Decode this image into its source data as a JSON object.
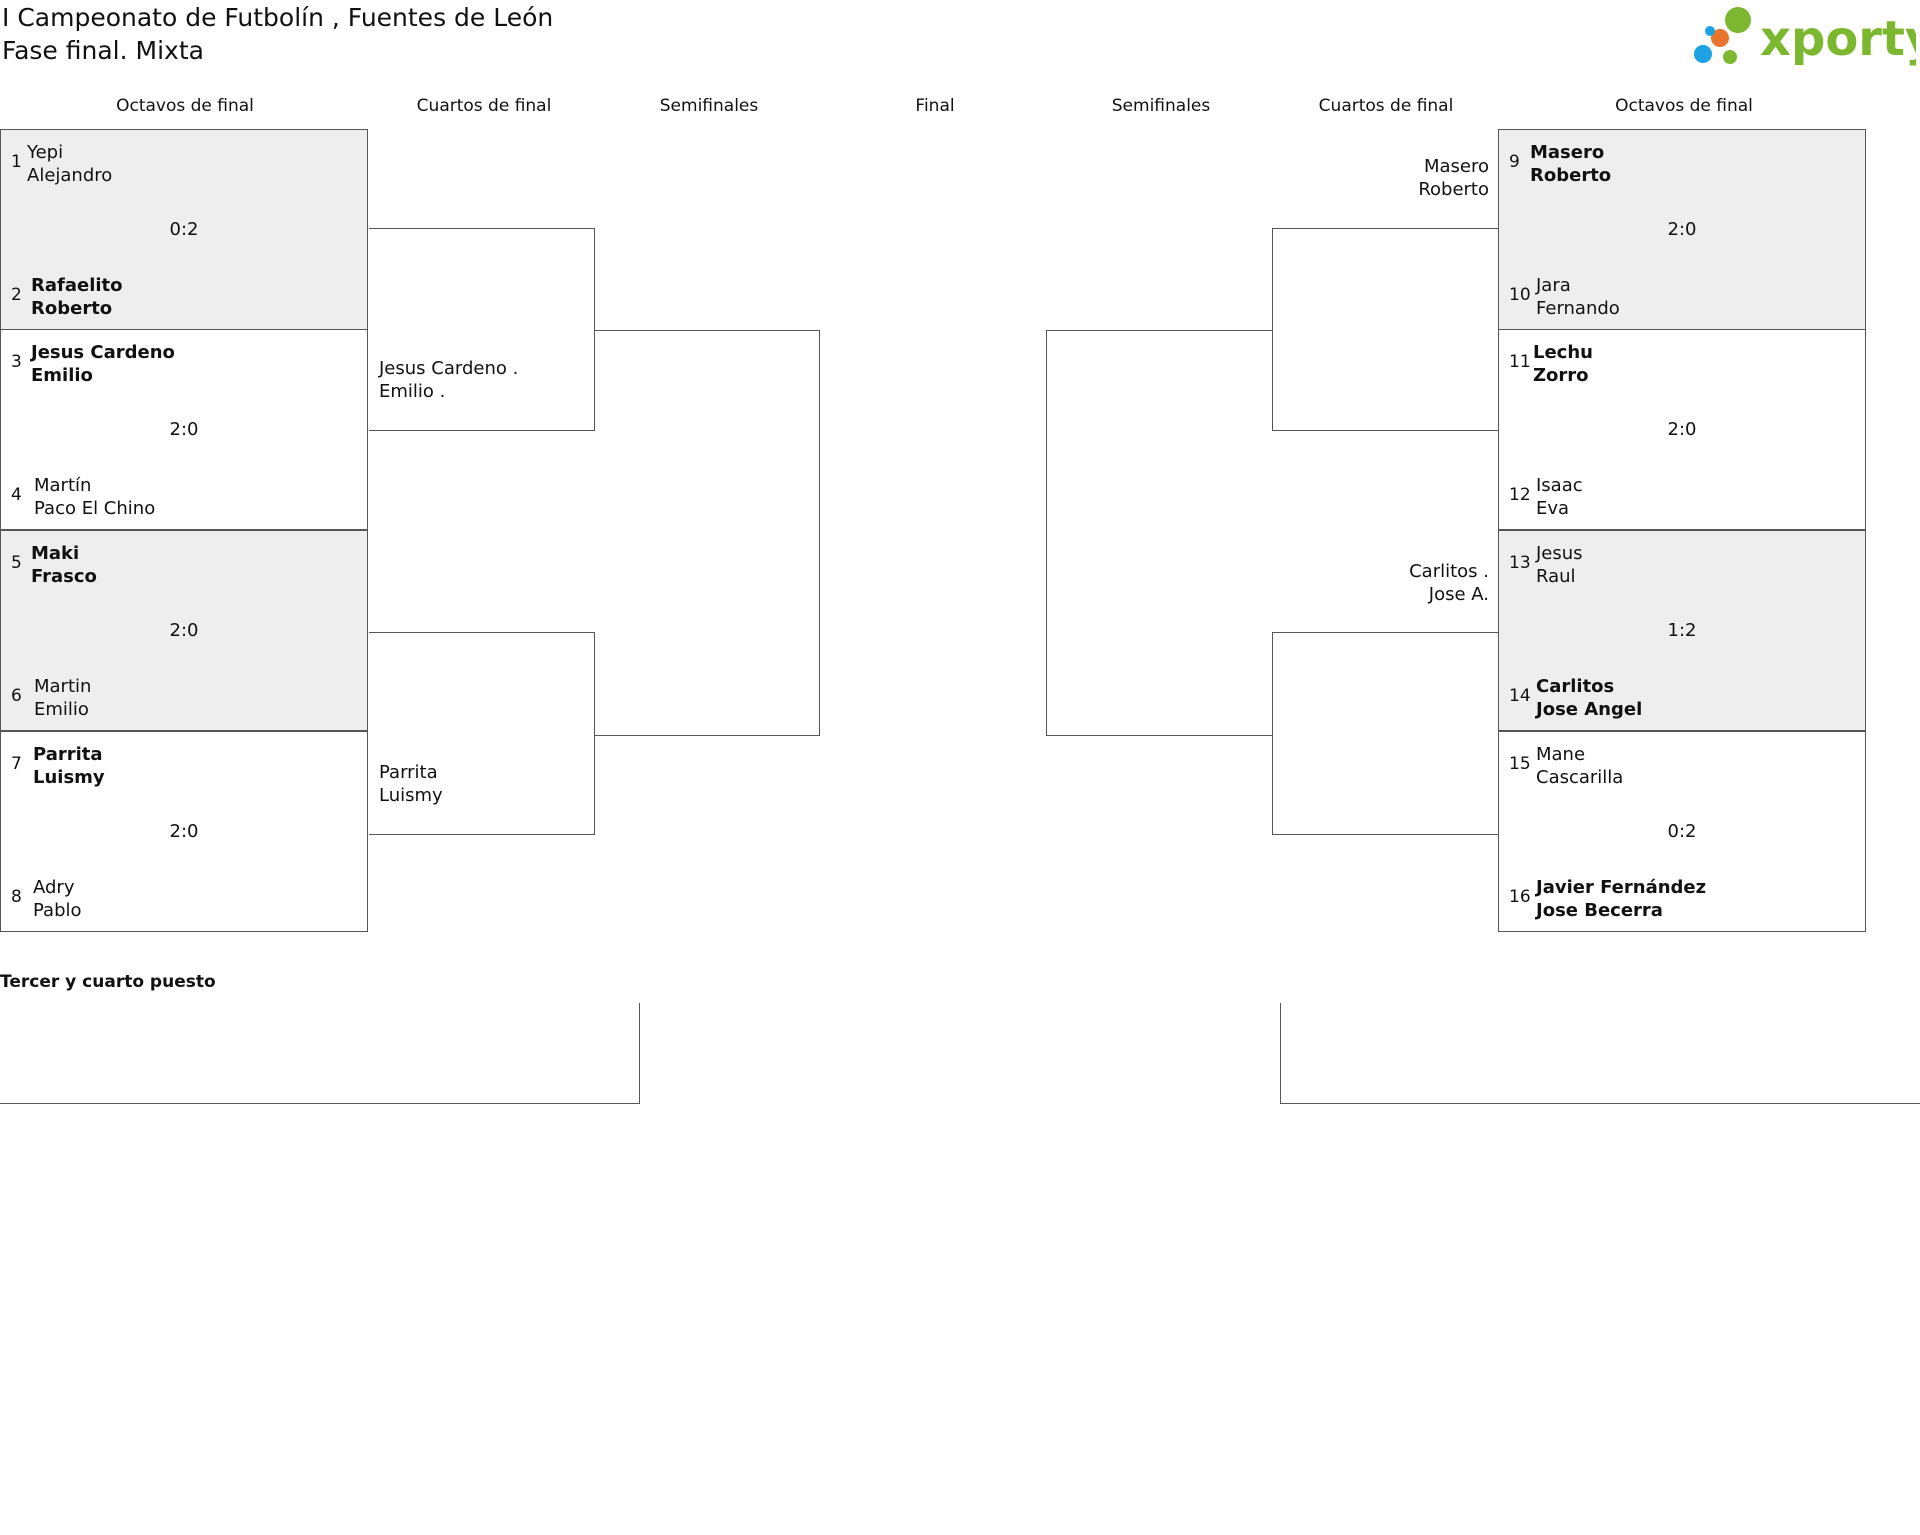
{
  "header": {
    "title_line1": "I Campeonato de Futbolín , Fuentes de León",
    "title_line2": "Fase final. Mixta"
  },
  "logo": {
    "text": "xporty",
    "dot_colors": [
      "#7cb82f",
      "#e8752b",
      "#1da1e2"
    ],
    "text_color": "#7cb82f"
  },
  "rounds": {
    "left": [
      "Octavos de final",
      "Cuartos de final",
      "Semifinales"
    ],
    "center": "Final",
    "right": [
      "Semifinales",
      "Cuartos de final",
      "Octavos de final"
    ]
  },
  "left_matches": [
    {
      "seed_a": "1",
      "a": [
        "Yepi",
        "Alejandro"
      ],
      "seed_b": "2",
      "b": [
        "Rafaelito",
        "Roberto"
      ],
      "score": "0:2",
      "winner": "b",
      "shaded": true
    },
    {
      "seed_a": "3",
      "a": [
        "Jesus Cardeno",
        "Emilio"
      ],
      "seed_b": "4",
      "b": [
        "Martín",
        "Paco El Chino"
      ],
      "score": "2:0",
      "winner": "a",
      "shaded": false
    },
    {
      "seed_a": "5",
      "a": [
        "Maki",
        "Frasco"
      ],
      "seed_b": "6",
      "b": [
        "Martin",
        "Emilio"
      ],
      "score": "2:0",
      "winner": "a",
      "shaded": true
    },
    {
      "seed_a": "7",
      "a": [
        "Parrita",
        "Luismy"
      ],
      "seed_b": "8",
      "b": [
        "Adry",
        "Pablo"
      ],
      "score": "2:0",
      "winner": "a",
      "shaded": false
    }
  ],
  "right_matches": [
    {
      "seed_a": "9",
      "a": [
        "Masero",
        "Roberto"
      ],
      "seed_b": "10",
      "b": [
        "Jara",
        "Fernando"
      ],
      "score": "2:0",
      "winner": "a",
      "shaded": true
    },
    {
      "seed_a": "11",
      "a": [
        "Lechu",
        "Zorro"
      ],
      "seed_b": "12",
      "b": [
        "Isaac",
        "Eva"
      ],
      "score": "2:0",
      "winner": "a",
      "shaded": false
    },
    {
      "seed_a": "13",
      "a": [
        "Jesus",
        "Raul"
      ],
      "seed_b": "14",
      "b": [
        "Carlitos",
        "Jose Angel"
      ],
      "score": "1:2",
      "winner": "b",
      "shaded": true
    },
    {
      "seed_a": "15",
      "a": [
        "Mane",
        "Cascarilla"
      ],
      "seed_b": "16",
      "b": [
        "Javier Fernández",
        "Jose Becerra"
      ],
      "score": "0:2",
      "winner": "b",
      "shaded": false
    }
  ],
  "left_quarters": [
    {
      "top": [],
      "bottom": [
        "Jesus Cardeno .",
        "Emilio ."
      ]
    },
    {
      "top": [],
      "bottom": [
        "Parrita",
        "Luismy"
      ]
    }
  ],
  "right_quarters": [
    {
      "top": [
        "Masero",
        "Roberto"
      ],
      "bottom": []
    },
    {
      "top": [
        "Carlitos .",
        "Jose A."
      ],
      "bottom": []
    }
  ],
  "third_place": {
    "label": "Tercer y cuarto puesto"
  }
}
